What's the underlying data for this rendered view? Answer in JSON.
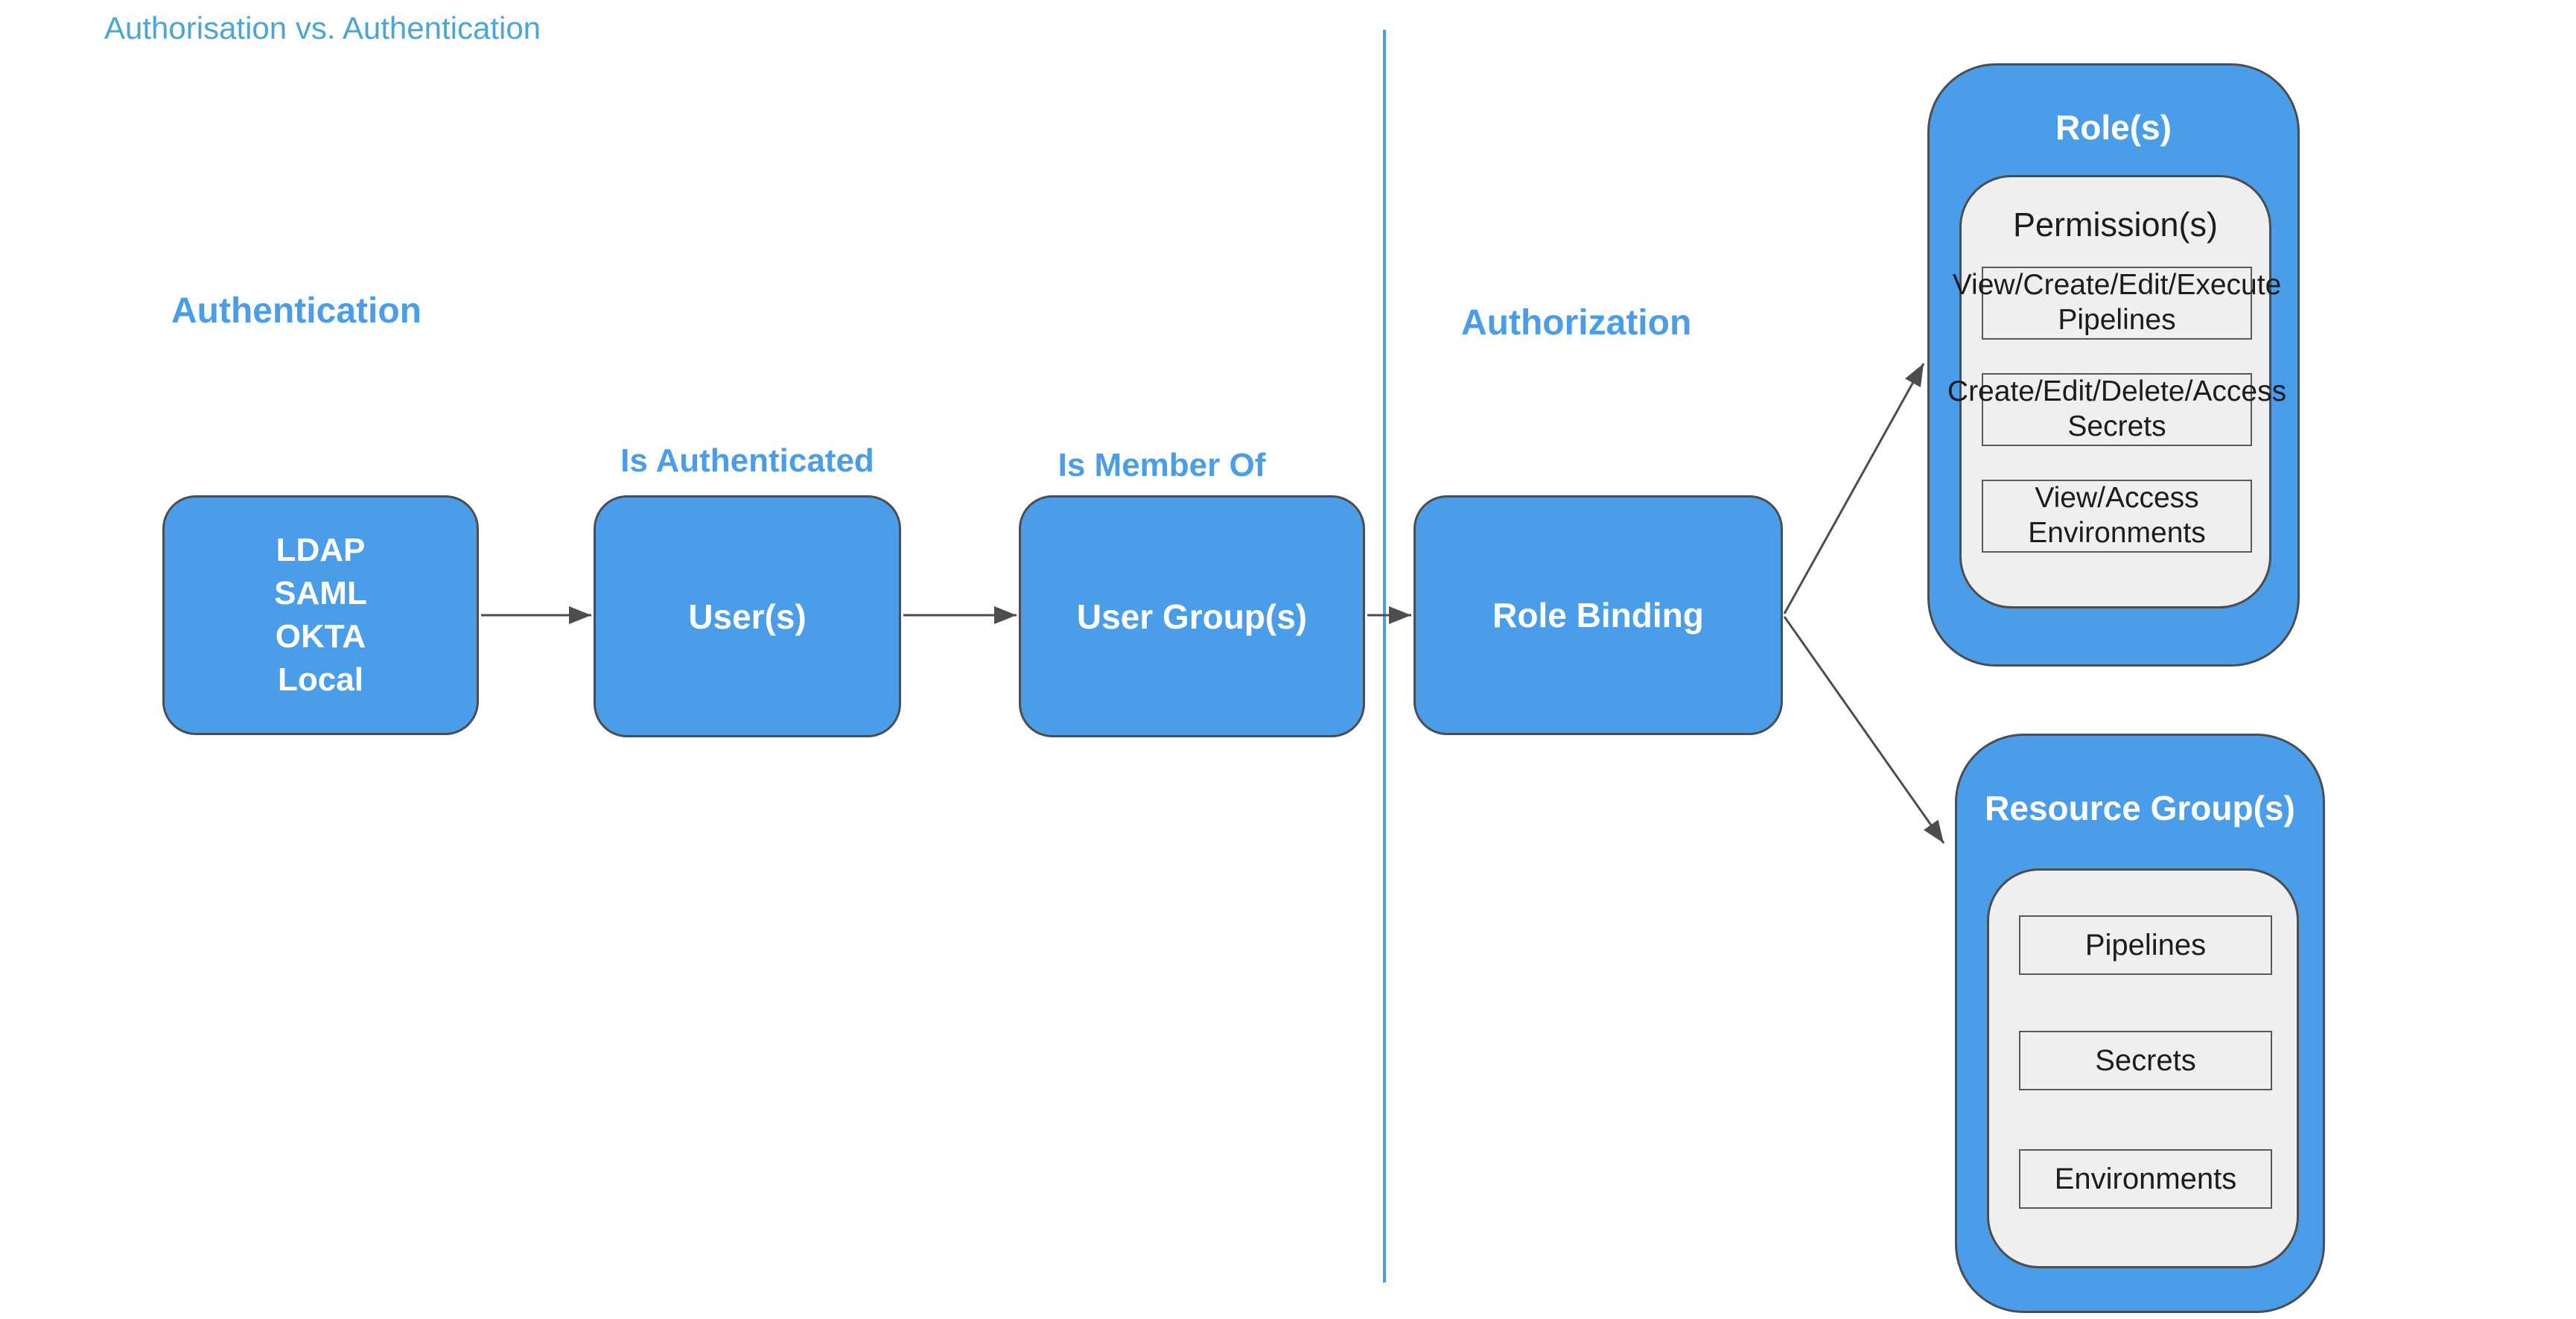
{
  "title": "Authorisation vs. Authentication",
  "colors": {
    "blue": "#4a9de9",
    "title_blue": "#4aa5d8",
    "label_blue": "#4a9de9",
    "divider_blue": "#4aa0dc",
    "border_dark": "#4d4d4d",
    "panel_gray": "#efefef",
    "arrow": "#4d4d4d",
    "text_black": "#1c1c1c",
    "white": "#ffffff"
  },
  "sections": {
    "authentication": {
      "heading": "Authentication"
    },
    "authorization": {
      "heading": "Authorization"
    }
  },
  "flow": {
    "identity_providers": {
      "lines": [
        "LDAP",
        "SAML",
        "OKTA",
        "Local"
      ]
    },
    "users": {
      "label": "User(s)"
    },
    "user_groups": {
      "label": "User Group(s)"
    },
    "role_binding": {
      "label": "Role Binding"
    },
    "edge_labels": {
      "is_authenticated": "Is Authenticated",
      "is_member_of": "Is Member Of"
    }
  },
  "roles": {
    "title": "Role(s)",
    "permissions": {
      "title": "Permission(s)",
      "items": [
        "View/Create/Edit/Execute\nPipelines",
        "Create/Edit/Delete/Access\nSecrets",
        "View/Access\nEnvironments"
      ]
    }
  },
  "resource_groups": {
    "title": "Resource Group(s)",
    "items": [
      "Pipelines",
      "Secrets",
      "Environments"
    ]
  }
}
